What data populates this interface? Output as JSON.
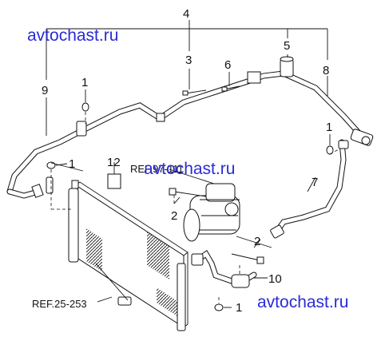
{
  "watermarks": [
    "avtochast.ru",
    "avtochast.ru",
    "avtochast.ru"
  ],
  "refs": [
    "REF.97-111",
    "REF.25-253"
  ],
  "callouts": [
    "4",
    "5",
    "3",
    "6",
    "8",
    "9",
    "1",
    "1",
    "1",
    "12",
    "7",
    "2",
    "2",
    "10",
    "1"
  ],
  "colors": {
    "watermark": "#2b2bd6",
    "line": "#111111",
    "background": "#ffffff"
  }
}
